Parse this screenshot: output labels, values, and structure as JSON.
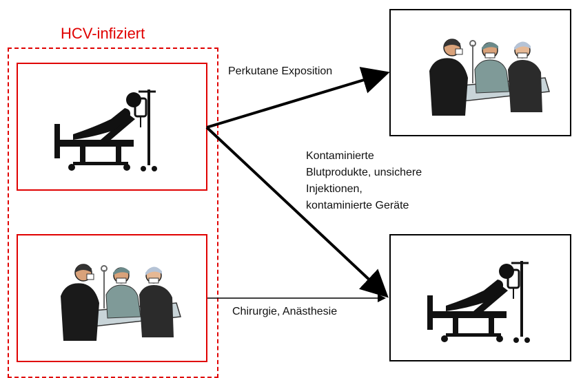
{
  "group": {
    "title": "HCV-infiziert"
  },
  "labels": {
    "percutaneous": "Perkutane Exposition",
    "contaminated": "Kontaminierte\nBlutprodukte, unsichere\nInjektionen,\nkontaminierte Geräte",
    "surgery": "Chirurgie, Anästhesie"
  },
  "icons": {
    "source_patient": "patient-in-bed-icon",
    "source_surgery": "surgical-team-icon",
    "target_surgery": "surgical-team-icon",
    "target_patient": "patient-in-bed-icon"
  },
  "colors": {
    "infected": "#e00000",
    "neutral": "#000000"
  }
}
